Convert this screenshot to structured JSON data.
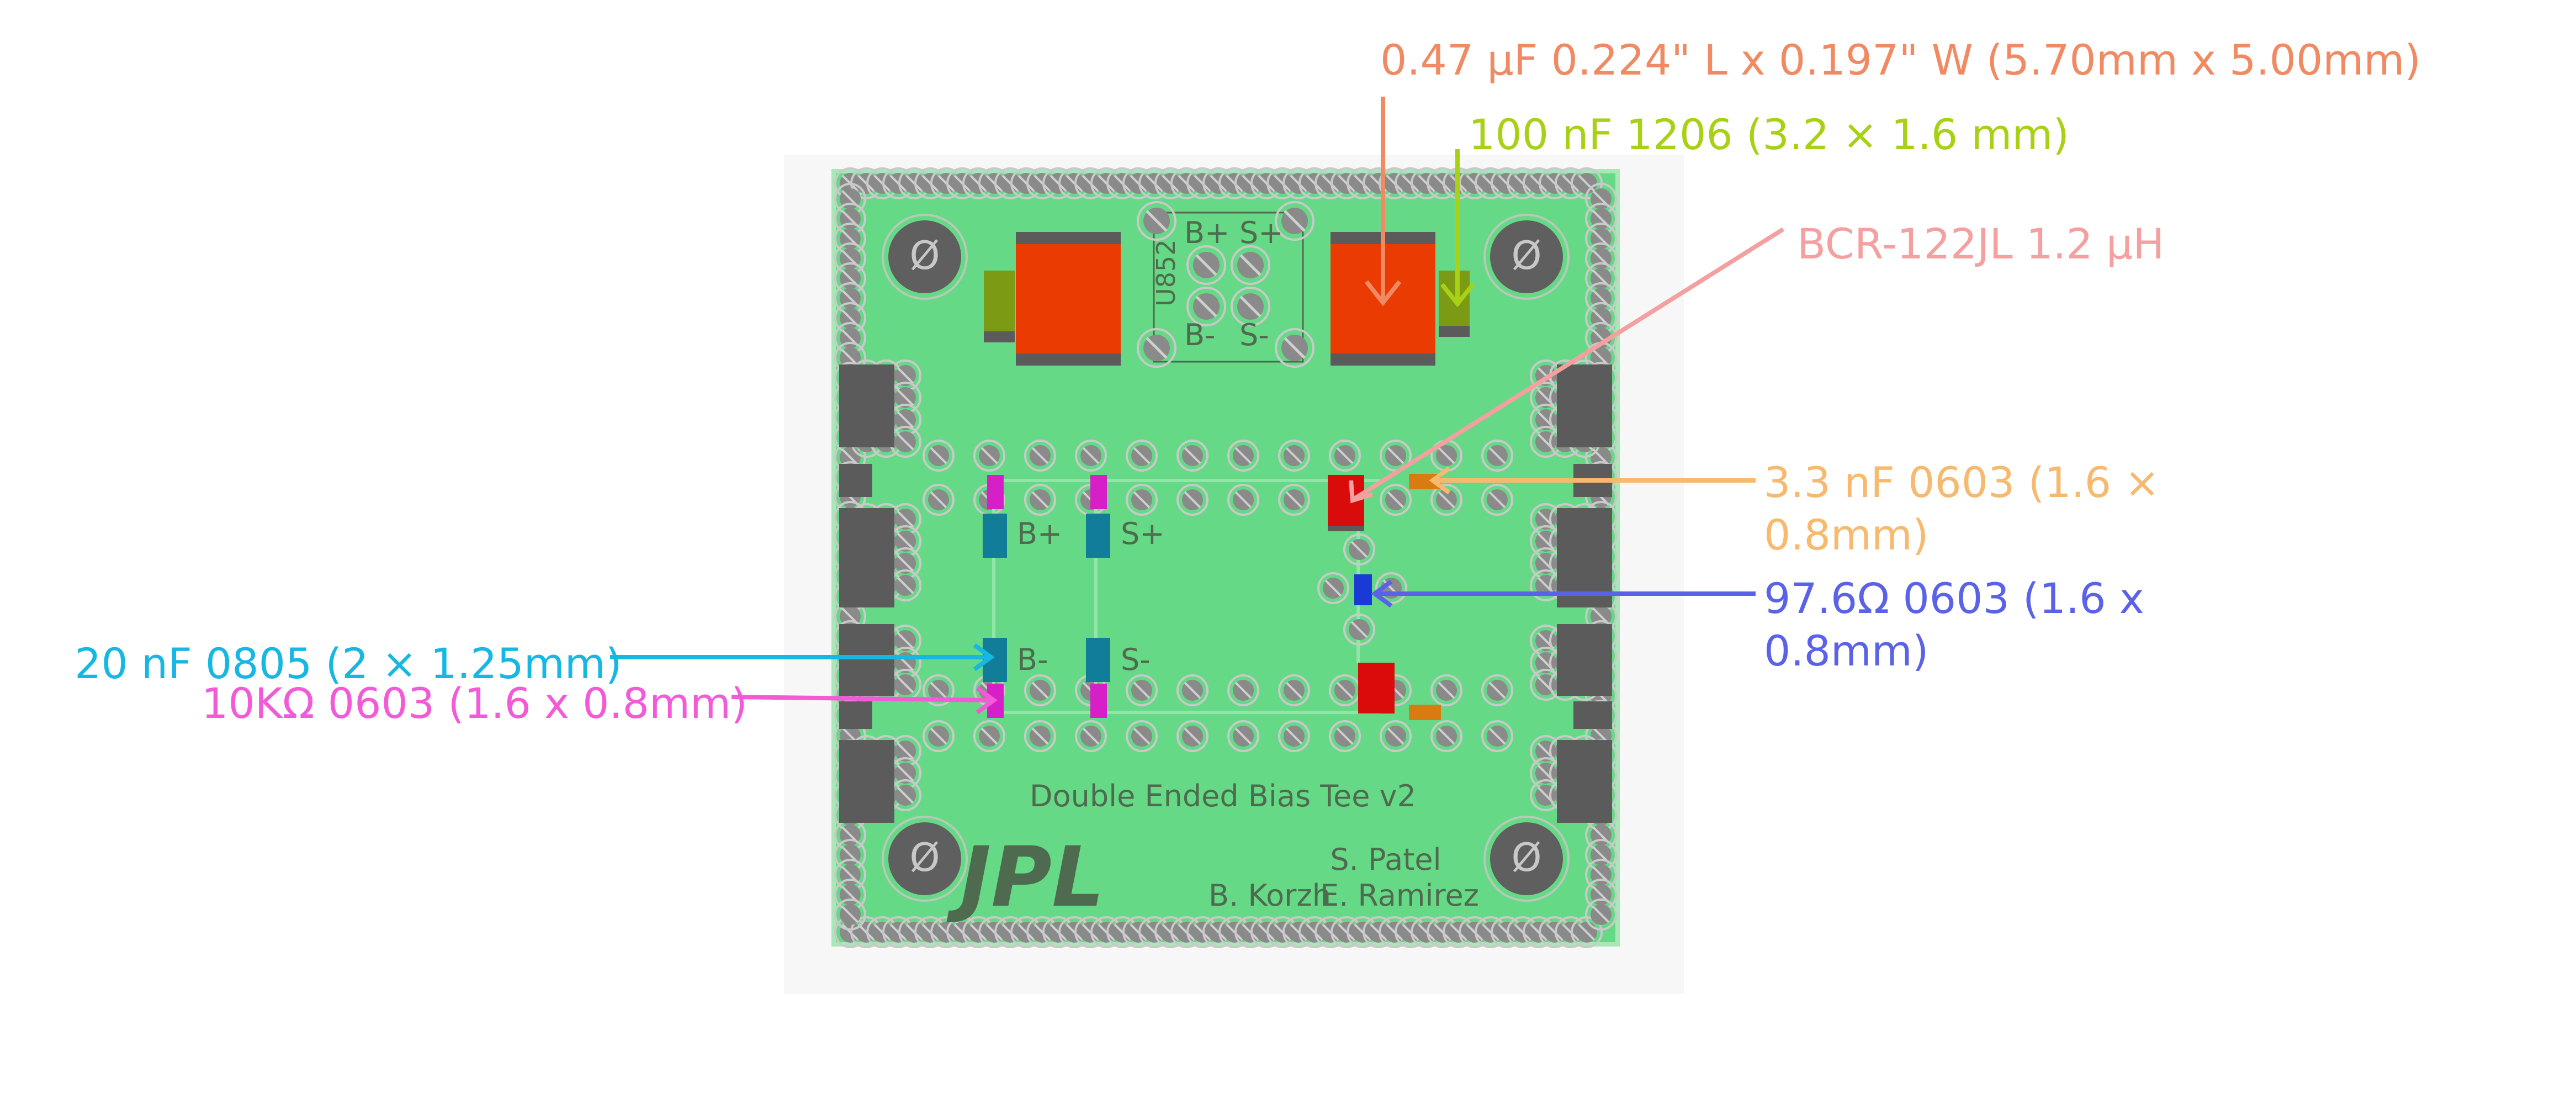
{
  "colors": {
    "board": "#66d986",
    "board_edge": "#a9e7b7",
    "silk": "#4f6b4f",
    "pad_gray": "#5b5b5b",
    "big_cap": "#e93b02",
    "olive_cap": "#7c9a14",
    "red_inductor": "#d90b0b",
    "orange_cap": "#d97a12",
    "magenta_res": "#d61fc6",
    "teal_cap": "#117d98",
    "blue_res": "#1a3ad6"
  },
  "annotations": {
    "cap_047": {
      "text": "0.47 µF 0.224\" L x 0.197\" W (5.70mm x 5.00mm)",
      "color": "#f08a62"
    },
    "cap_100n": {
      "text": "100 nF 1206 (3.2 × 1.6 mm)",
      "color": "#a8d116"
    },
    "inductor": {
      "text": "BCR-122JL 1.2 µH",
      "color": "#f4a0a0"
    },
    "cap_33n": {
      "line1": "3.3 nF 0603 (1.6 ×",
      "line2": "0.8mm)",
      "color": "#f6b96e"
    },
    "res_976": {
      "line1": "97.6Ω 0603 (1.6 x",
      "line2": "0.8mm)",
      "color": "#5a63e8"
    },
    "cap_20n": {
      "text": "20 nF 0805 (2 × 1.25mm)",
      "color": "#16b8e3"
    },
    "res_10k": {
      "text": "10KΩ 0603 (1.6 x 0.8mm)",
      "color": "#f25ad7"
    }
  },
  "board": {
    "title": "Double Ended Bias Tee v2",
    "logo": "JPL",
    "author1": "S. Patel",
    "author2": "B. Korzh",
    "author3": "E. Ramirez",
    "label_b_plus_top": "B+",
    "label_s_plus_top": "S+",
    "label_b_minus_top": "B-",
    "label_s_minus_top": "S-",
    "label_b_plus": "B+",
    "label_s_plus": "S+",
    "label_b_minus": "B-",
    "label_s_minus": "S-",
    "connector_id": "U852",
    "mount_symbol": "Ø"
  }
}
